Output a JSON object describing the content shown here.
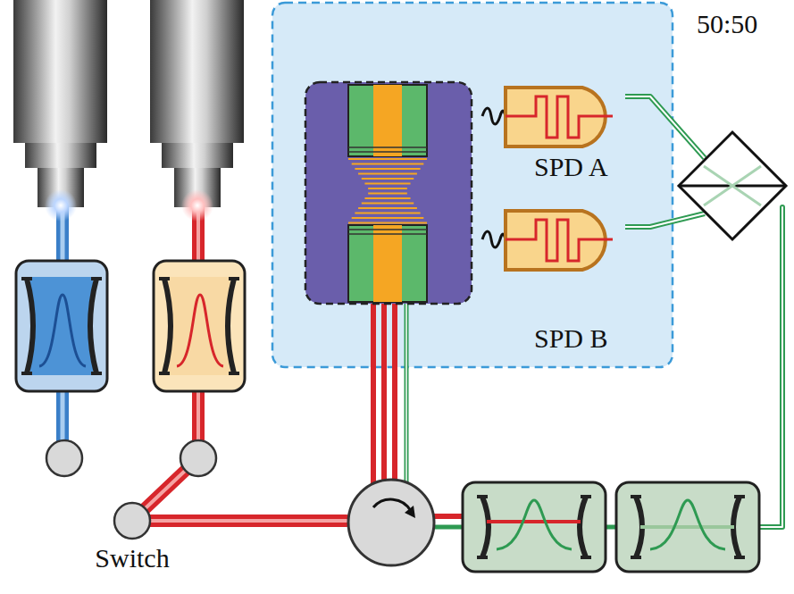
{
  "diagram": {
    "nodes": [
      {
        "text": [
          "SPD A"
        ]
      },
      {
        "text": [
          "SPD B"
        ]
      },
      {
        "text": [
          "50:50"
        ]
      },
      {
        "text": [
          "Switch"
        ]
      }
    ],
    "edges": [
      {
        "from": 0,
        "to": 2,
        "arrow": "none"
      },
      {
        "from": 1,
        "to": 2,
        "arrow": "none"
      }
    ]
  }
}
